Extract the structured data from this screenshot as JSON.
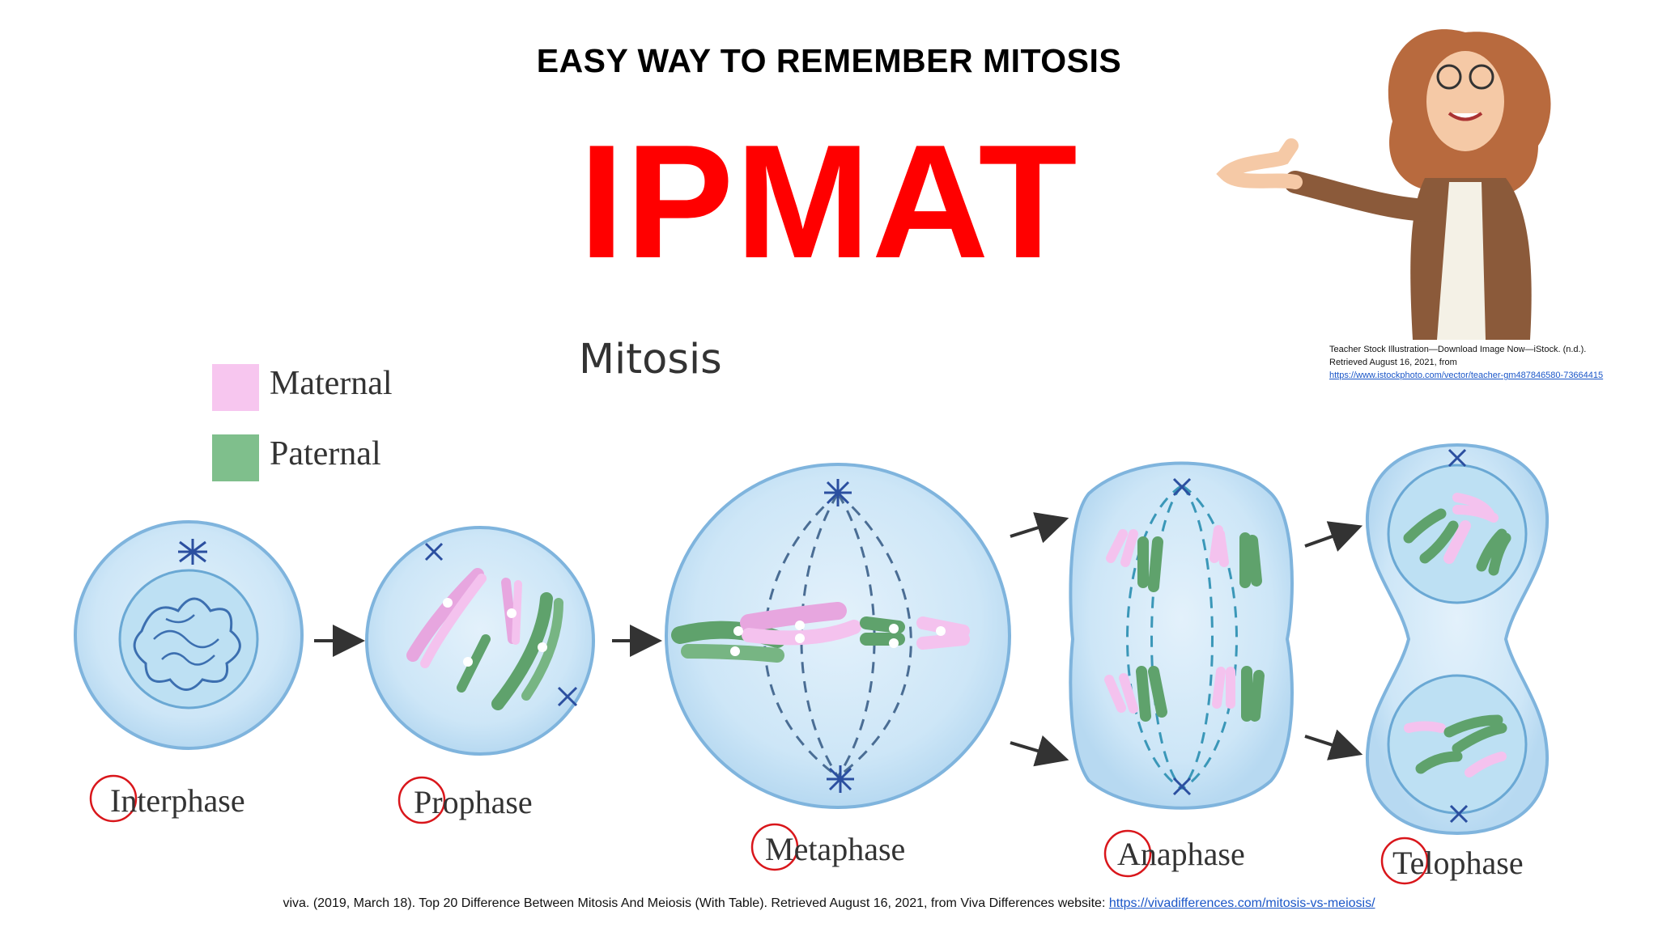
{
  "header": {
    "subtitle": "EASY WAY TO REMEMBER MITOSIS",
    "acronym": "IPMAT"
  },
  "diagram": {
    "title": "Mitosis",
    "legend": [
      {
        "label": "Maternal",
        "color": "#f7c6ef"
      },
      {
        "label": "Paternal",
        "color": "#7fbf8c"
      }
    ],
    "phases": [
      "Interphase",
      "Prophase",
      "Metaphase",
      "Anaphase",
      "Telophase"
    ],
    "highlight_color": "#d9161b"
  },
  "credits": {
    "teacher": {
      "text": "Teacher Stock Illustration—Download Image Now—iStock. (n.d.). Retrieved August 16, 2021, from",
      "url": "https://www.istockphoto.com/vector/teacher-gm487846580-73664415"
    },
    "viva": {
      "text": "viva. (2019, March 18). Top 20 Difference Between Mitosis And Meiosis (With Table). Retrieved August 16, 2021, from Viva Differences website:",
      "url": "https://vivadifferences.com/mitosis-vs-meiosis/"
    }
  }
}
